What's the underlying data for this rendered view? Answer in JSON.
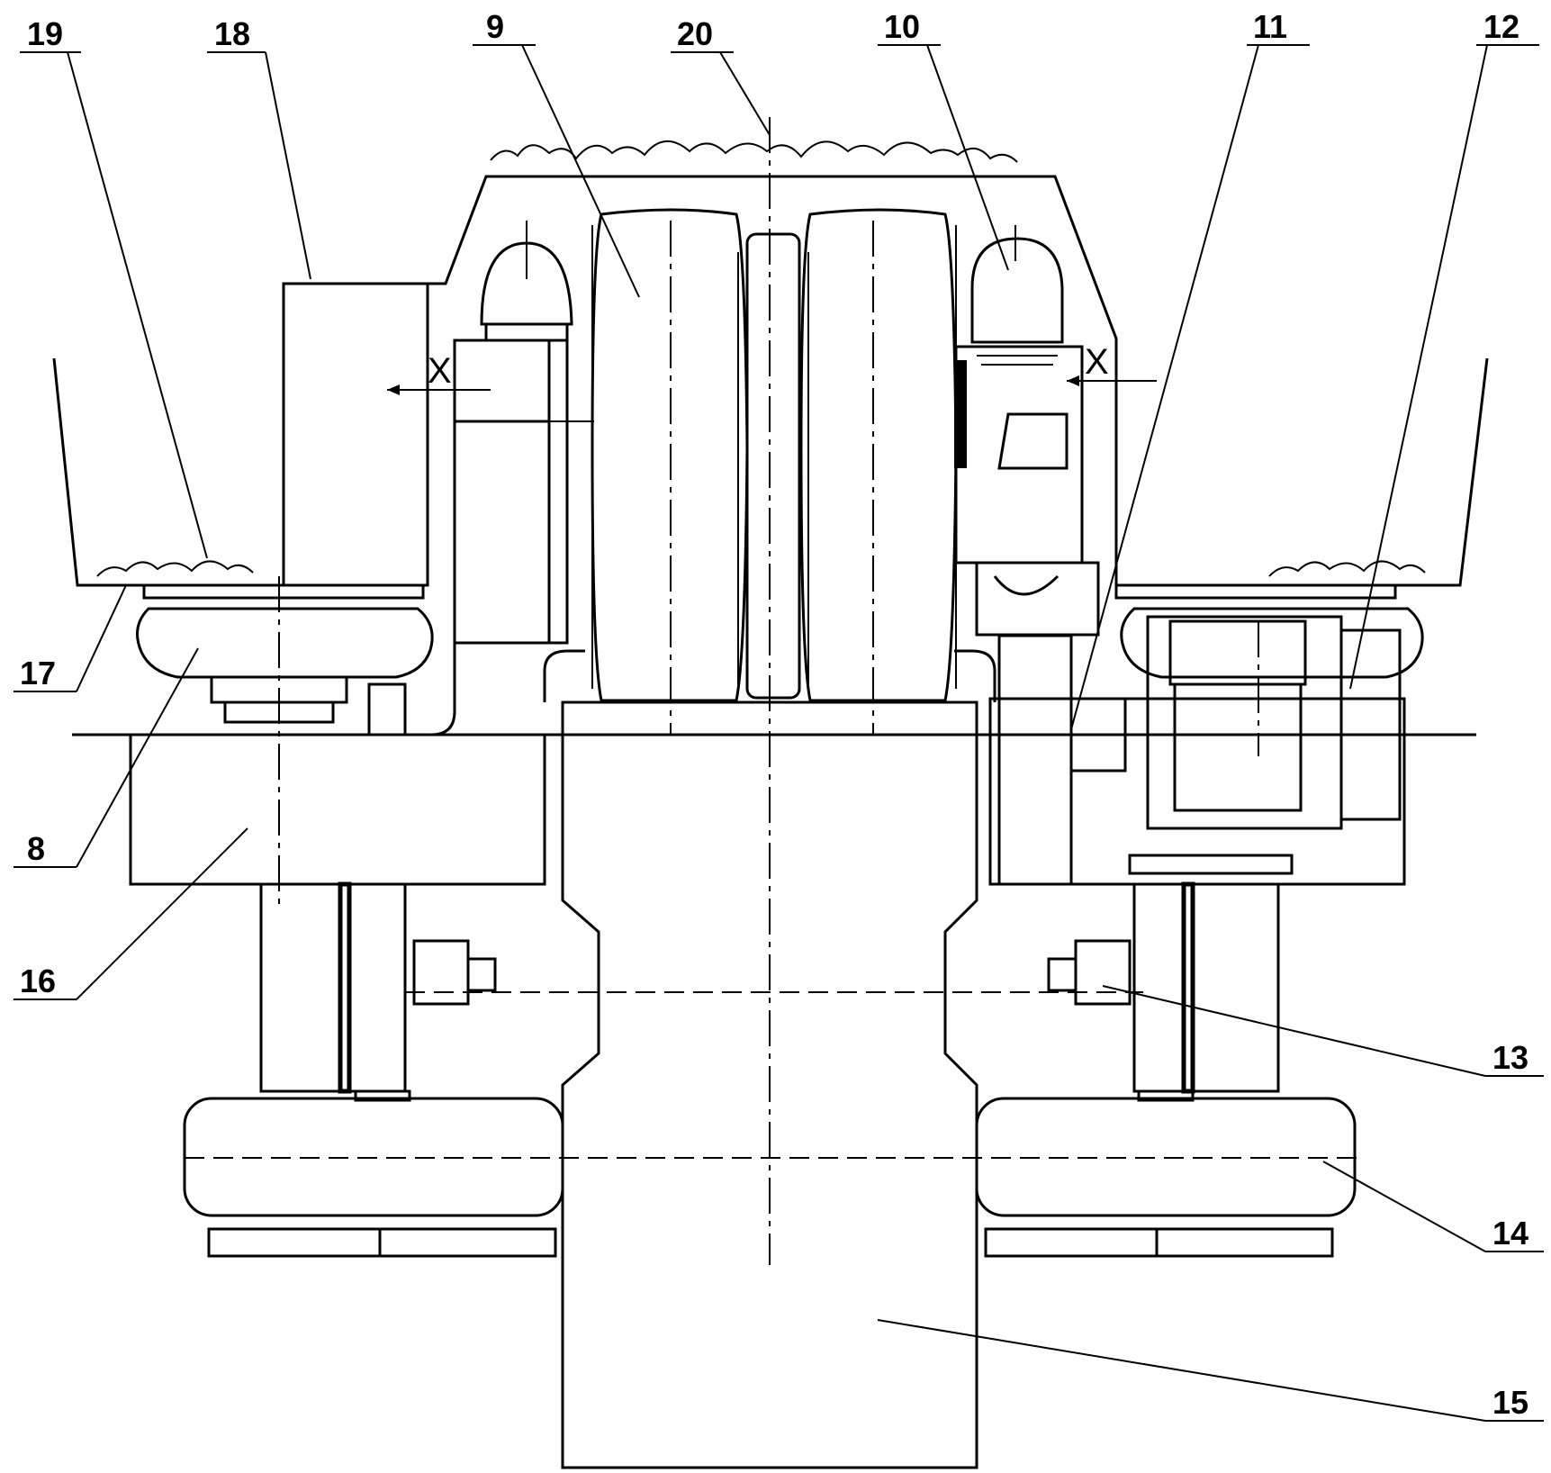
{
  "figure": {
    "labels": {
      "l19": "19",
      "l18": "18",
      "l9": "9",
      "l20": "20",
      "l10": "10",
      "l11": "11",
      "l12": "12",
      "l17": "17",
      "l8": "8",
      "l16": "16",
      "l13": "13",
      "l14": "14",
      "l15": "15"
    },
    "section_marks": {
      "left": "X",
      "right": "X"
    }
  }
}
